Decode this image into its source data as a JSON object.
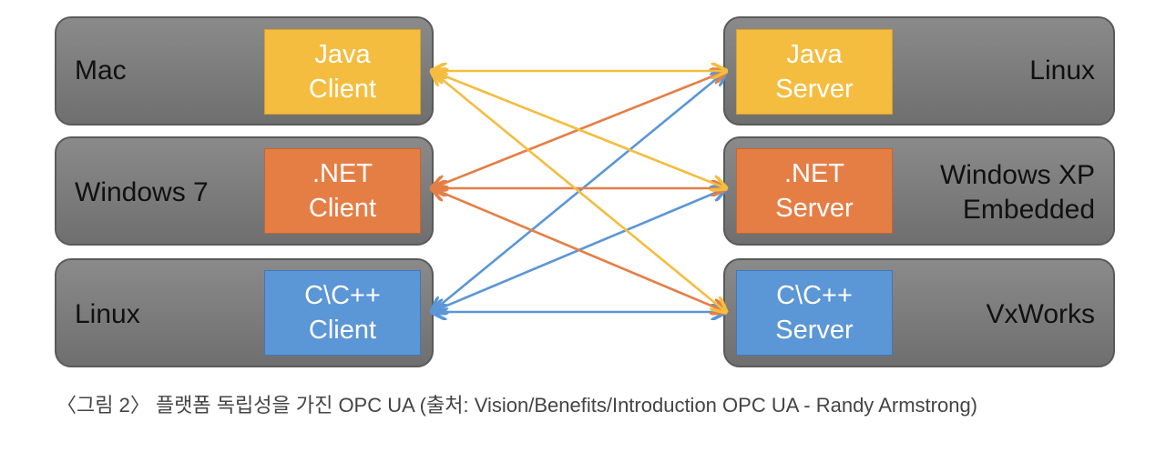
{
  "left": {
    "platforms": [
      {
        "label": "Mac",
        "component": [
          "Java",
          "Client"
        ],
        "kind": "java"
      },
      {
        "label": "Windows 7",
        "component": [
          ".NET",
          "Client"
        ],
        "kind": "net"
      },
      {
        "label": "Linux",
        "component": [
          "C\\C++",
          "Client"
        ],
        "kind": "cpp"
      }
    ]
  },
  "right": {
    "platforms": [
      {
        "label_lines": [
          "Linux"
        ],
        "component": [
          "Java",
          "Server"
        ],
        "kind": "java"
      },
      {
        "label_lines": [
          "Windows XP",
          "Embedded"
        ],
        "component": [
          ".NET",
          "Server"
        ],
        "kind": "net"
      },
      {
        "label_lines": [
          "VxWorks"
        ],
        "component": [
          "C\\C++",
          "Server"
        ],
        "kind": "cpp"
      }
    ]
  },
  "colors": {
    "java": "#f4bd3f",
    "net": "#e57e45",
    "cpp": "#5b96d6",
    "platform": "#7b7b7b"
  },
  "connections": [
    {
      "from": "java",
      "to": "java"
    },
    {
      "from": "java",
      "to": "net"
    },
    {
      "from": "java",
      "to": "cpp"
    },
    {
      "from": "net",
      "to": "java"
    },
    {
      "from": "net",
      "to": "net"
    },
    {
      "from": "net",
      "to": "cpp"
    },
    {
      "from": "cpp",
      "to": "java"
    },
    {
      "from": "cpp",
      "to": "net"
    },
    {
      "from": "cpp",
      "to": "cpp"
    }
  ],
  "caption": "〈그림 2〉 플랫폼 독립성을 가진 OPC UA (출처: Vision/Benefits/Introduction OPC UA - Randy Armstrong)"
}
